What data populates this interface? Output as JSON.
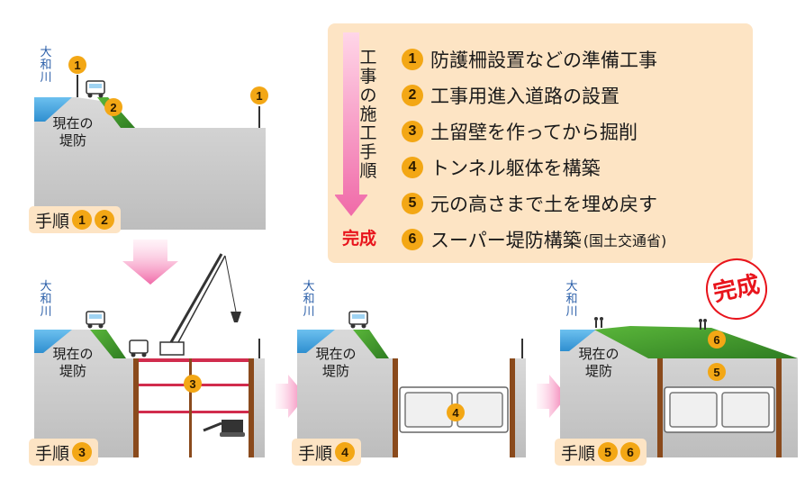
{
  "legend": {
    "vertical_title": "工事の施工手順",
    "complete": "完成",
    "items": [
      {
        "num": "1",
        "text": "防護柵設置などの準備工事"
      },
      {
        "num": "2",
        "text": "工事用進入道路の設置"
      },
      {
        "num": "3",
        "text": "土留壁を作ってから掘削"
      },
      {
        "num": "4",
        "text": "トンネル躯体を構築"
      },
      {
        "num": "5",
        "text": "元の高さまで土を埋め戻す"
      },
      {
        "num": "6",
        "text": "スーパー堤防構築",
        "note": "(国土交通省)"
      }
    ]
  },
  "panels": {
    "river": "大和川",
    "levee": "現在の堤防",
    "step_word": "手順",
    "p1": {
      "nums": [
        "1",
        "2"
      ],
      "markers": [
        "1",
        "2",
        "1"
      ]
    },
    "p2": {
      "nums": [
        "3"
      ],
      "markers": [
        "3"
      ]
    },
    "p3": {
      "nums": [
        "4"
      ],
      "markers": [
        "4"
      ]
    },
    "p4": {
      "nums": [
        "5",
        "6"
      ],
      "markers": [
        "6",
        "5"
      ]
    }
  },
  "stamp": "完成",
  "colors": {
    "accent_orange": "#f3a715",
    "legend_bg": "#fde4c4",
    "arrow_pink": "#f06aa8",
    "complete_red": "#e8141c",
    "grass": "#3f9e2e",
    "ground": "#c9c9c9",
    "water": "#4aa7df",
    "wall": "#8a4a1c"
  }
}
